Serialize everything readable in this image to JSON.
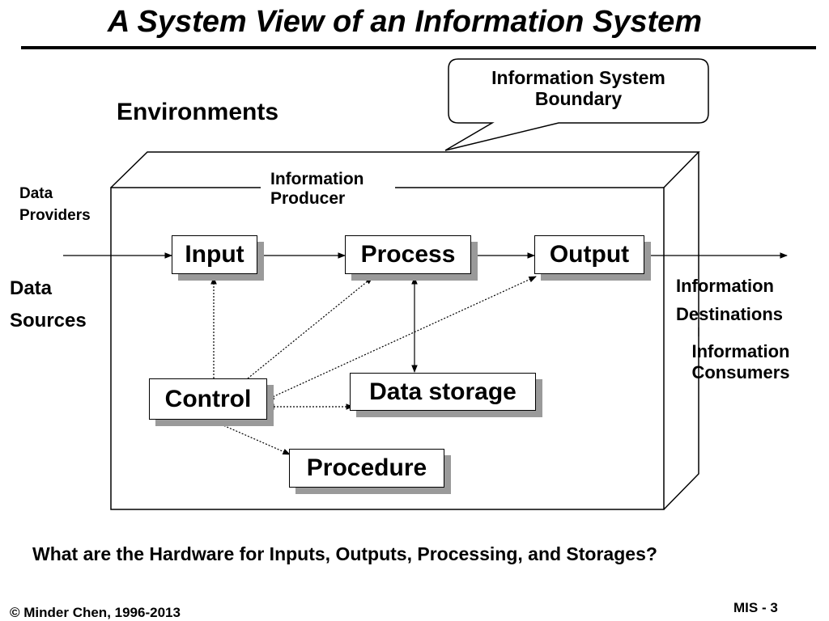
{
  "slide": {
    "title": "A System View of an Information System",
    "question": "What are the Hardware for Inputs, Outputs, Processing, and Storages?",
    "footer_left": "© Minder Chen, 1996-2013",
    "footer_right": "MIS - 3"
  },
  "diagram": {
    "callout": {
      "line1": "Information System",
      "line2": "Boundary"
    },
    "environments": "Environments",
    "producer": {
      "line1": "Information",
      "line2": "Producer"
    },
    "providers": {
      "line1": "Data",
      "line2": "Providers"
    },
    "sources": {
      "line1": "Data",
      "line2": "Sources"
    },
    "destinations": {
      "line1": "Information",
      "line2": "Destinations"
    },
    "consumers": {
      "line1": "Information",
      "line2": "Consumers"
    },
    "nodes": {
      "input": "Input",
      "process": "Process",
      "output": "Output",
      "control": "Control",
      "storage": "Data storage",
      "procedure": "Procedure"
    }
  }
}
